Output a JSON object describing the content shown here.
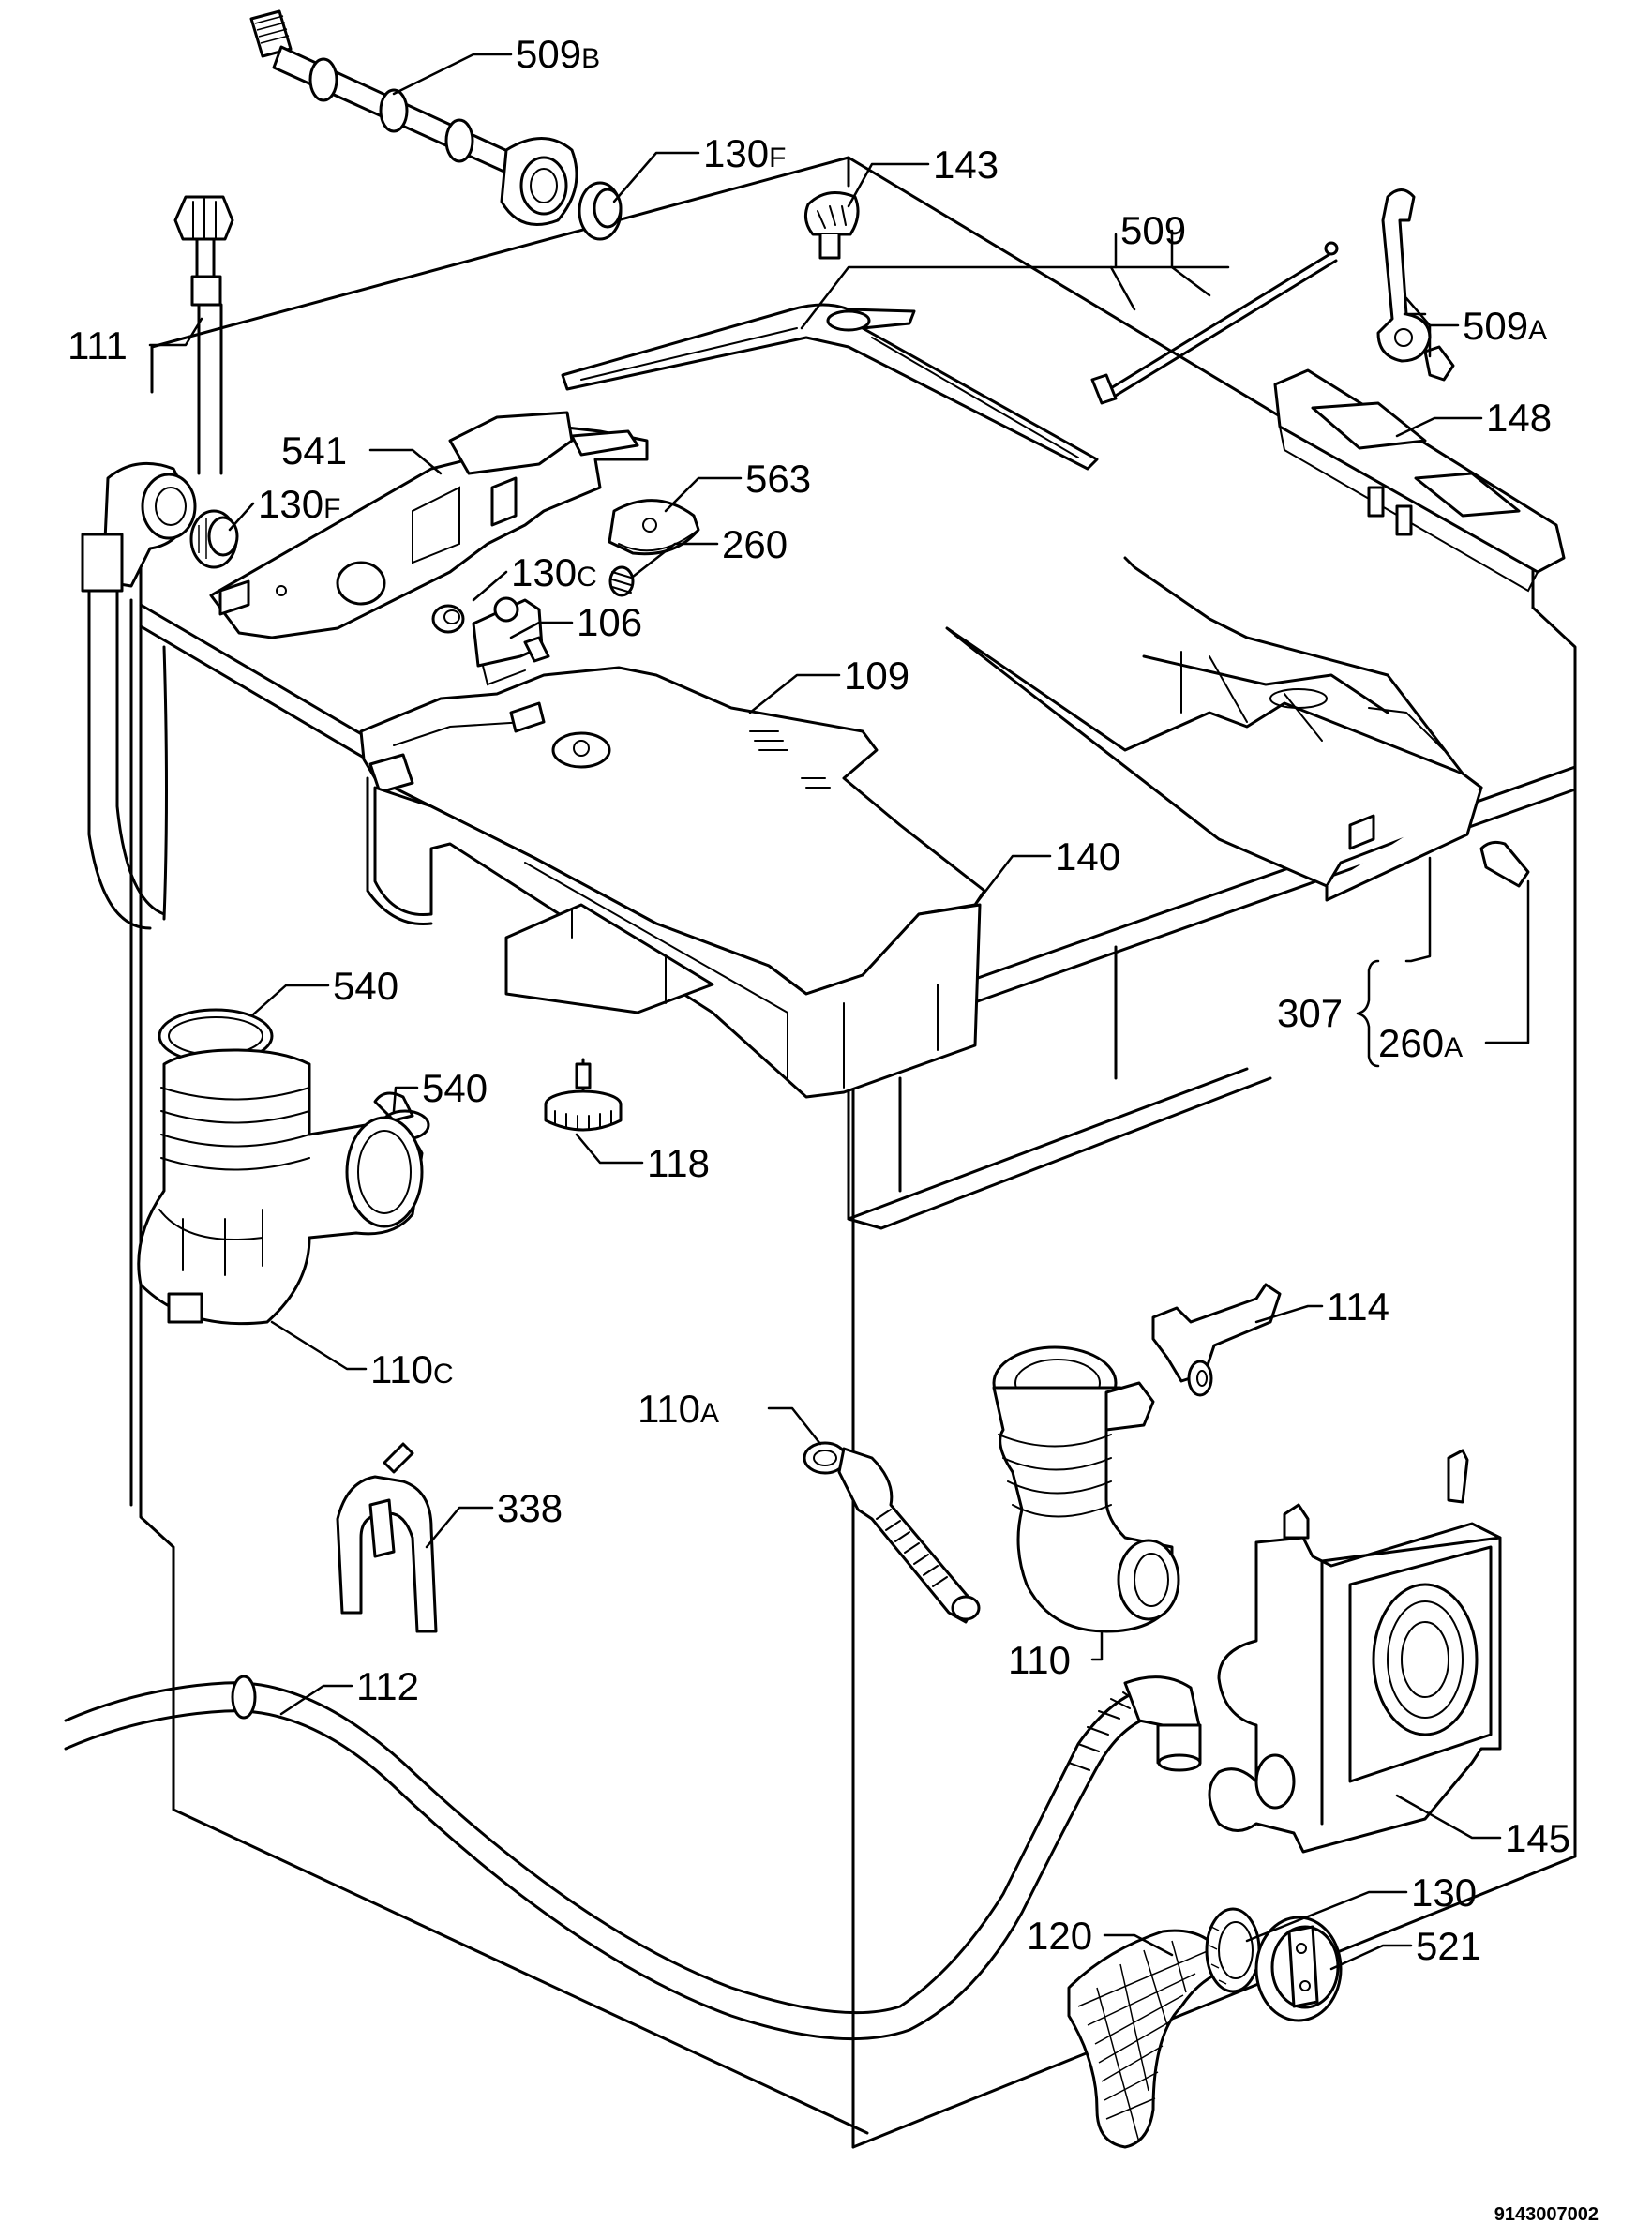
{
  "figure": {
    "document_number": "9143007002",
    "part_labels": [
      {
        "id": "p509b",
        "main": "509",
        "suffix": "B"
      },
      {
        "id": "p130f_top",
        "main": "130",
        "suffix": "F"
      },
      {
        "id": "p143",
        "main": "143",
        "suffix": ""
      },
      {
        "id": "p509",
        "main": "509",
        "suffix": ""
      },
      {
        "id": "p509a",
        "main": "509",
        "suffix": "A"
      },
      {
        "id": "p111",
        "main": "111",
        "suffix": ""
      },
      {
        "id": "p148",
        "main": "148",
        "suffix": ""
      },
      {
        "id": "p541",
        "main": "541",
        "suffix": ""
      },
      {
        "id": "p563",
        "main": "563",
        "suffix": ""
      },
      {
        "id": "p130f_mid",
        "main": "130",
        "suffix": "F"
      },
      {
        "id": "p260",
        "main": "260",
        "suffix": ""
      },
      {
        "id": "p130c",
        "main": "130",
        "suffix": "C"
      },
      {
        "id": "p106",
        "main": "106",
        "suffix": ""
      },
      {
        "id": "p109",
        "main": "109",
        "suffix": ""
      },
      {
        "id": "p140",
        "main": "140",
        "suffix": ""
      },
      {
        "id": "p540_a",
        "main": "540",
        "suffix": ""
      },
      {
        "id": "p307",
        "main": "307",
        "suffix": ""
      },
      {
        "id": "p260a",
        "main": "260",
        "suffix": "A"
      },
      {
        "id": "p540_b",
        "main": "540",
        "suffix": ""
      },
      {
        "id": "p118",
        "main": "118",
        "suffix": ""
      },
      {
        "id": "p110c",
        "main": "110",
        "suffix": "C"
      },
      {
        "id": "p114",
        "main": "114",
        "suffix": ""
      },
      {
        "id": "p110a",
        "main": "110",
        "suffix": "A"
      },
      {
        "id": "p338",
        "main": "338",
        "suffix": ""
      },
      {
        "id": "p110",
        "main": "110",
        "suffix": ""
      },
      {
        "id": "p112",
        "main": "112",
        "suffix": ""
      },
      {
        "id": "p145",
        "main": "145",
        "suffix": ""
      },
      {
        "id": "p130",
        "main": "130",
        "suffix": ""
      },
      {
        "id": "p120",
        "main": "120",
        "suffix": ""
      },
      {
        "id": "p521",
        "main": "521",
        "suffix": ""
      }
    ]
  }
}
